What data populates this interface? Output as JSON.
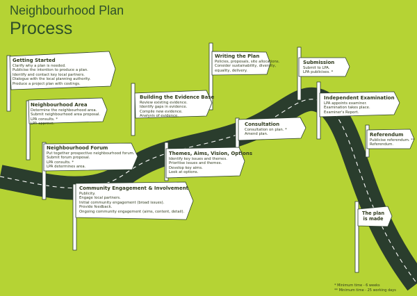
{
  "header": {
    "title_line1": "Neighbourhood Plan",
    "title_line2": "Process"
  },
  "steps": [
    {
      "title": "Getting Started",
      "lines": [
        "Clarify why a plan is needed.",
        "Publicise the intention to produce a plan.",
        "Identify and contact key local partners.",
        "Dialogue with the local planning authority.",
        "Produce a project plan with costings."
      ]
    },
    {
      "title": "Neighbourhood Area",
      "lines": [
        "Determine the neighbourhood area.",
        "Submit neighbourhood area proposal.",
        "LPA consults. *",
        "LPA approve."
      ]
    },
    {
      "title": "Neighbourhood Forum",
      "lines": [
        "Put together prospective neighbourhood forum.",
        "Submit forum proposal.",
        "LPA consults. *",
        "LPA determines area."
      ]
    },
    {
      "title": "Community Engagement & Involvement",
      "lines": [
        "Publicity.",
        "Engage local partners.",
        "Initial community engagement (broad issues).",
        "Provide feedback.",
        "Ongoing community engagement (aims, content, detail)."
      ]
    },
    {
      "title": "Building the Evidence Base",
      "lines": [
        "Review existing evidence.",
        "Identify gaps in evidence.",
        "Compile new evidence.",
        "Analysis of evidence."
      ]
    },
    {
      "title": "Themes, Aims, Vision, Options",
      "lines": [
        "Identify key issues and themes.",
        "Prioritise issues and themes.",
        "Develop key aims.",
        "Look at options."
      ]
    },
    {
      "title": "Writing the Plan",
      "lines": [
        "Policies, proposals, site allocations.",
        "Consider sustainability, diversity,",
        "equality, delivery."
      ]
    },
    {
      "title": "Consultation",
      "lines": [
        "Consultation on plan. *",
        "Amend plan."
      ]
    },
    {
      "title": "Submission",
      "lines": [
        "Submit to LPA.",
        "LPA publicises. *"
      ]
    },
    {
      "title": "Independent Examination",
      "lines": [
        "LPA appoints examiner.",
        "Examination takes place.",
        "Examiner's Report."
      ]
    },
    {
      "title": "Referendum",
      "lines": [
        "Publicise referendum. **",
        "Referendum."
      ]
    },
    {
      "title": "The plan",
      "lines": [
        "is made"
      ]
    }
  ],
  "notes": [
    "* Minimum time - 6 weeks",
    "** Minimum time - 25 working days"
  ],
  "colors": {
    "background": "#b5d334",
    "road": "#2a3d2d",
    "sign": "#ffffff",
    "text": "#2f3a1d",
    "title": "#2e4f2a"
  }
}
